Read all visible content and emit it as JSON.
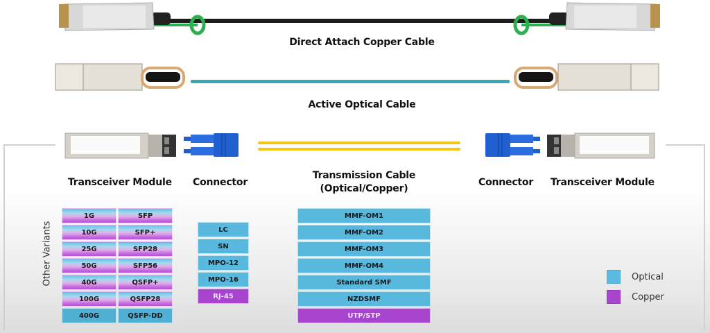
{
  "titles": {
    "dac": "Direct Attach Copper Cable",
    "aoc": "Active Optical Cable",
    "transceiver_left": "Transceiver Module",
    "connector_left": "Connector",
    "transmission_line1": "Transmission Cable",
    "transmission_line2": "(Optical/Copper)",
    "connector_right": "Connector",
    "transceiver_right": "Transceiver Module"
  },
  "side_label": "Other Variants",
  "colors": {
    "optical": "#5bbbe0",
    "copper": "#a845cf",
    "dac_cable": "#1c1c1c",
    "aoc_cable": "#3aa8b0",
    "fiber": "#f5c518",
    "connector_blue": "#1f5fd0",
    "pull_tab_green": "#2cb050"
  },
  "transceiver_variants": [
    {
      "speed": "1G",
      "form_factor": "SFP",
      "media": "mixed"
    },
    {
      "speed": "10G",
      "form_factor": "SFP+",
      "media": "mixed"
    },
    {
      "speed": "25G",
      "form_factor": "SFP28",
      "media": "mixed"
    },
    {
      "speed": "50G",
      "form_factor": "SFP56",
      "media": "mixed"
    },
    {
      "speed": "40G",
      "form_factor": "QSFP+",
      "media": "mixed"
    },
    {
      "speed": "100G",
      "form_factor": "QSFP28",
      "media": "mixed"
    },
    {
      "speed": "400G",
      "form_factor": "QSFP-DD",
      "media": "optical"
    }
  ],
  "connector_variants": [
    {
      "label": "LC",
      "media": "optical"
    },
    {
      "label": "SN",
      "media": "optical"
    },
    {
      "label": "MPO-12",
      "media": "optical"
    },
    {
      "label": "MPO-16",
      "media": "optical"
    },
    {
      "label": "RJ-45",
      "media": "copper"
    }
  ],
  "cable_variants": [
    {
      "label": "MMF-OM1",
      "media": "optical"
    },
    {
      "label": "MMF-OM2",
      "media": "optical"
    },
    {
      "label": "MMF-OM3",
      "media": "optical"
    },
    {
      "label": "MMF-OM4",
      "media": "optical"
    },
    {
      "label": "Standard SMF",
      "media": "optical"
    },
    {
      "label": "NZDSMF",
      "media": "optical"
    },
    {
      "label": "UTP/STP",
      "media": "copper"
    }
  ],
  "legend": [
    {
      "label": "Optical",
      "color": "#5bbbe0"
    },
    {
      "label": "Copper",
      "color": "#a845cf"
    }
  ]
}
